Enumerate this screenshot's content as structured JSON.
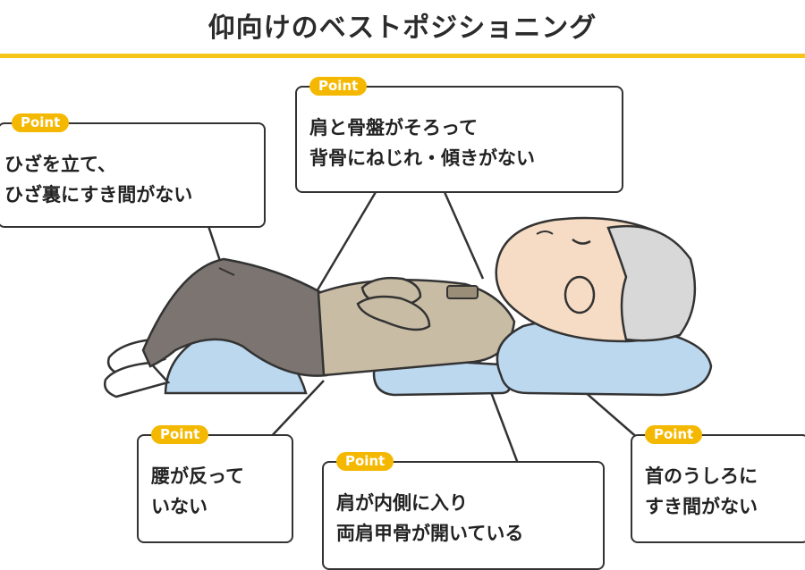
{
  "title": "仰向けのベストポジショニング",
  "colors": {
    "accent": "#f5c518",
    "badge": "#f5b800",
    "pillow": "#bcd8ef",
    "outline": "#333333"
  },
  "callouts": {
    "knees": {
      "badge": "Point",
      "lines": [
        "ひざを立て、",
        "ひざ裏にすき間がない"
      ]
    },
    "shoulders": {
      "badge": "Point",
      "lines": [
        "肩と骨盤がそろって",
        "背骨にねじれ・傾きがない"
      ]
    },
    "waist": {
      "badge": "Point",
      "lines": [
        "腰が反って",
        "いない"
      ]
    },
    "scapula": {
      "badge": "Point",
      "lines": [
        "肩が内側に入り",
        "両肩甲骨が開いている"
      ]
    },
    "neck": {
      "badge": "Point",
      "lines": [
        "首のうしろに",
        "すき間がない"
      ]
    }
  }
}
